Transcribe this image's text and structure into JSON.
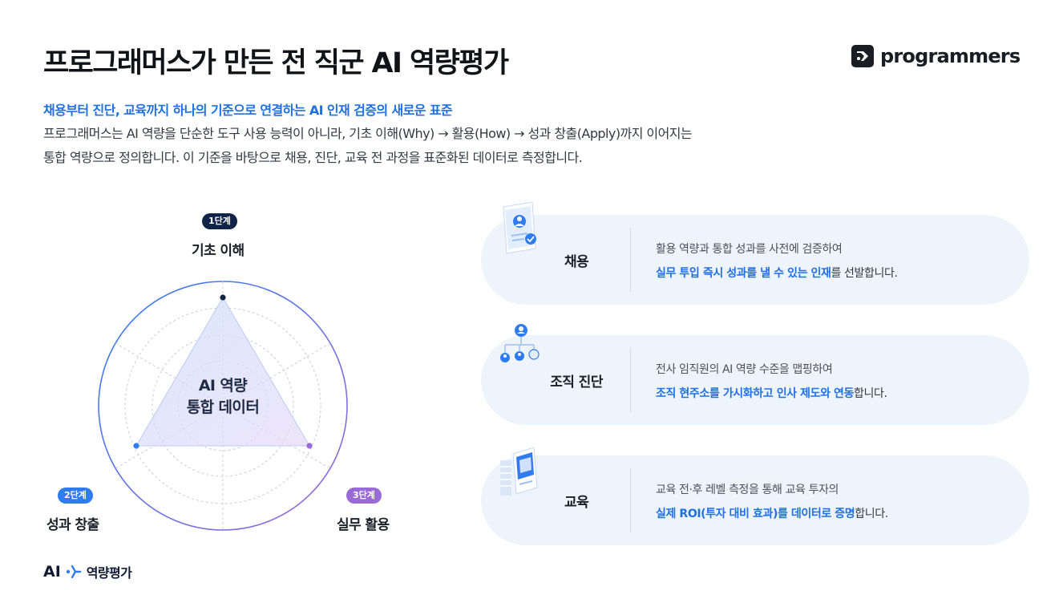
{
  "header": {
    "title": "프로그래머스가 만든 전 직군 AI 역량평가",
    "brand_name": "programmers"
  },
  "intro": {
    "subtitle": "채용부터 진단, 교육까지 하나의 기준으로 연결하는 AI 인재 검증의 새로운 표준",
    "line1": "프로그래머스는 AI 역량을 단순한 도구 사용 능력이 아니라, 기초 이해(Why) → 활용(How) → 성과 창출(Apply)까지 이어지는",
    "line2": "통합 역량으로 정의합니다. 이 기준을 바탕으로 채용, 진단, 교육 전 과정을 표준화된 데이터로 측정합니다."
  },
  "diagram": {
    "center_line1": "AI 역량",
    "center_line2": "통합 데이터",
    "stages": [
      {
        "badge": "1단계",
        "label": "기초 이해",
        "color": "#0f2448"
      },
      {
        "badge": "2단계",
        "label": "성과 창출",
        "color": "#2f7cf0"
      },
      {
        "badge": "3단계",
        "label": "실무 활용",
        "color": "#9a6ad6"
      }
    ]
  },
  "footer_logo": {
    "ai": "AI",
    "text": "역량평가"
  },
  "cards": [
    {
      "label": "채용",
      "line1": "활용 역량과 통합 성과를 사전에 검증하여",
      "highlight": "실무 투입 즉시 성과를 낼 수 있는 인재",
      "suffix": "를 선발합니다."
    },
    {
      "label": "조직 진단",
      "line1": "전사 임직원의 AI 역량 수준을 맵핑하여",
      "highlight": "조직 현주소를 가시화하고 인사 제도와 연동",
      "suffix": "합니다."
    },
    {
      "label": "교육",
      "line1": "교육 전·후 레벨 측정을 통해 교육 투자의",
      "highlight": "실제 ROI(투자 대비 효과)를 데이터로 증명",
      "suffix": "합니다."
    }
  ],
  "colors": {
    "accent": "#1f6fe5",
    "card_bg": "#eef4fc",
    "navy": "#0f2448",
    "purple": "#9a6ad6"
  }
}
